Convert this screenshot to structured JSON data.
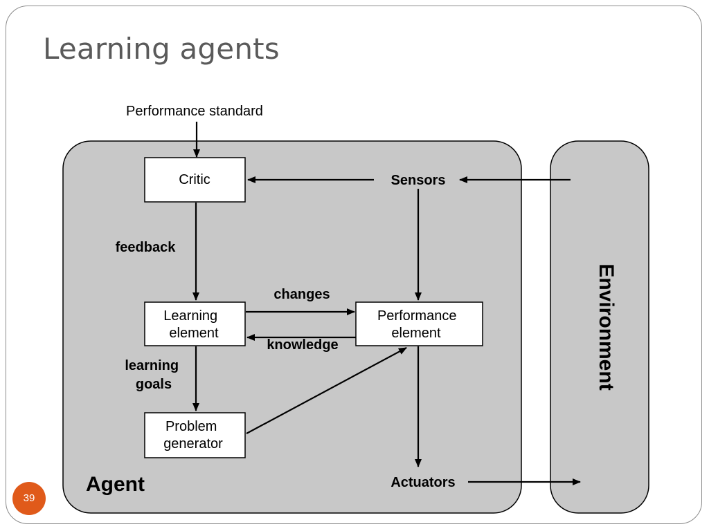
{
  "slide": {
    "title": "Learning agents",
    "page_number": "39"
  },
  "diagram": {
    "input_label": "Performance standard",
    "agent_label": "Agent",
    "environment_label": "Environment",
    "boxes": {
      "critic": [
        "Critic"
      ],
      "learning_element": [
        "Learning",
        "element"
      ],
      "performance_element": [
        "Performance",
        "element"
      ],
      "problem_generator": [
        "Problem",
        "generator"
      ]
    },
    "labels": {
      "sensors": "Sensors",
      "actuators": "Actuators",
      "feedback": "feedback",
      "changes": "changes",
      "knowledge": "knowledge",
      "learning_goals": [
        "learning",
        "goals"
      ]
    },
    "colors": {
      "agent_fill": "#c8c8c8",
      "environment_fill": "#c8c8c8",
      "box_fill": "#ffffff",
      "stroke": "#000000",
      "badge": "#e05a1a",
      "title": "#5a5a5a"
    }
  }
}
